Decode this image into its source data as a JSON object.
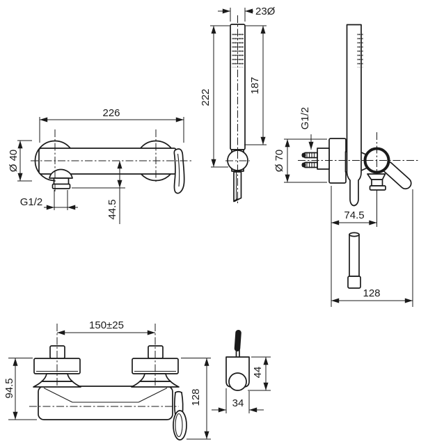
{
  "colors": {
    "background": "#ffffff",
    "line": "#1a1a1a"
  },
  "dimensions": {
    "front_view": {
      "overall_width": "226",
      "escutcheon_diameter": "Ø 40",
      "outlet_thread": "G1/2",
      "outlet_offset": "44.5"
    },
    "hand_shower": {
      "head_diameter": "23Ø",
      "total_length": "222",
      "head_length": "187"
    },
    "side_view": {
      "inlet_thread": "G1/2",
      "wall_flange_diameter": "Ø 70",
      "spout_projection": "74.5",
      "overall_projection": "128"
    },
    "bottom_view": {
      "inlet_spacing": "150±25",
      "body_depth": "94.5",
      "overall_depth": "128"
    },
    "holder_view": {
      "width": "34",
      "depth": "44"
    }
  }
}
